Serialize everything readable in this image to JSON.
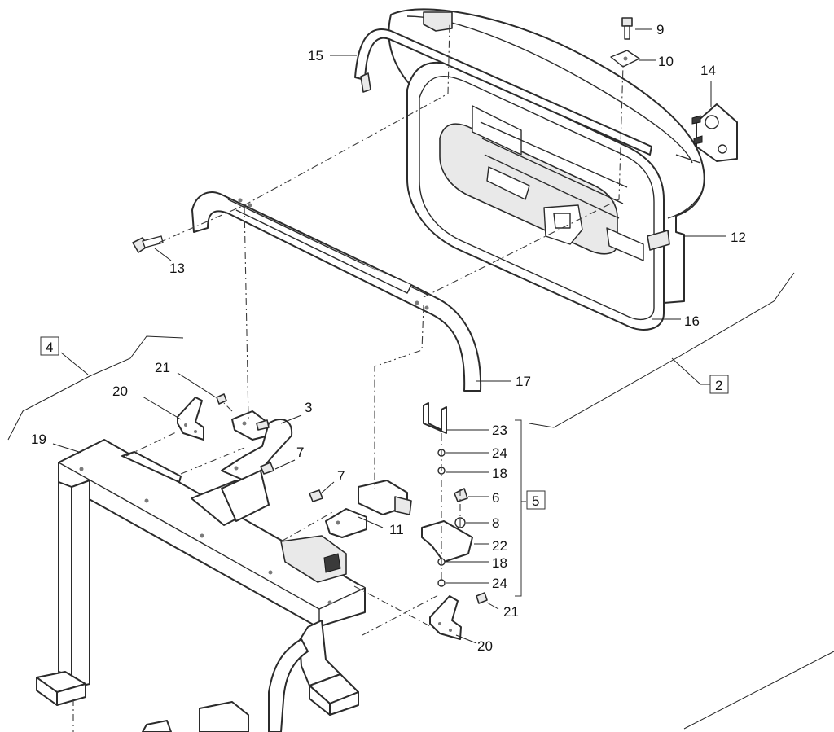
{
  "diagram": {
    "callouts": {
      "c9": "9",
      "c10": "10",
      "c14": "14",
      "c15": "15",
      "c12": "12",
      "c13": "13",
      "c16": "16",
      "c17": "17",
      "c2": "2",
      "c4": "4",
      "c21a": "21",
      "c20a": "20",
      "c3": "3",
      "c19": "19",
      "c7a": "7",
      "c7b": "7",
      "c11": "11",
      "c23": "23",
      "c24a": "24",
      "c18a": "18",
      "c6": "6",
      "c5": "5",
      "c8": "8",
      "c22": "22",
      "c18b": "18",
      "c24b": "24",
      "c21b": "21",
      "c20b": "20"
    }
  }
}
